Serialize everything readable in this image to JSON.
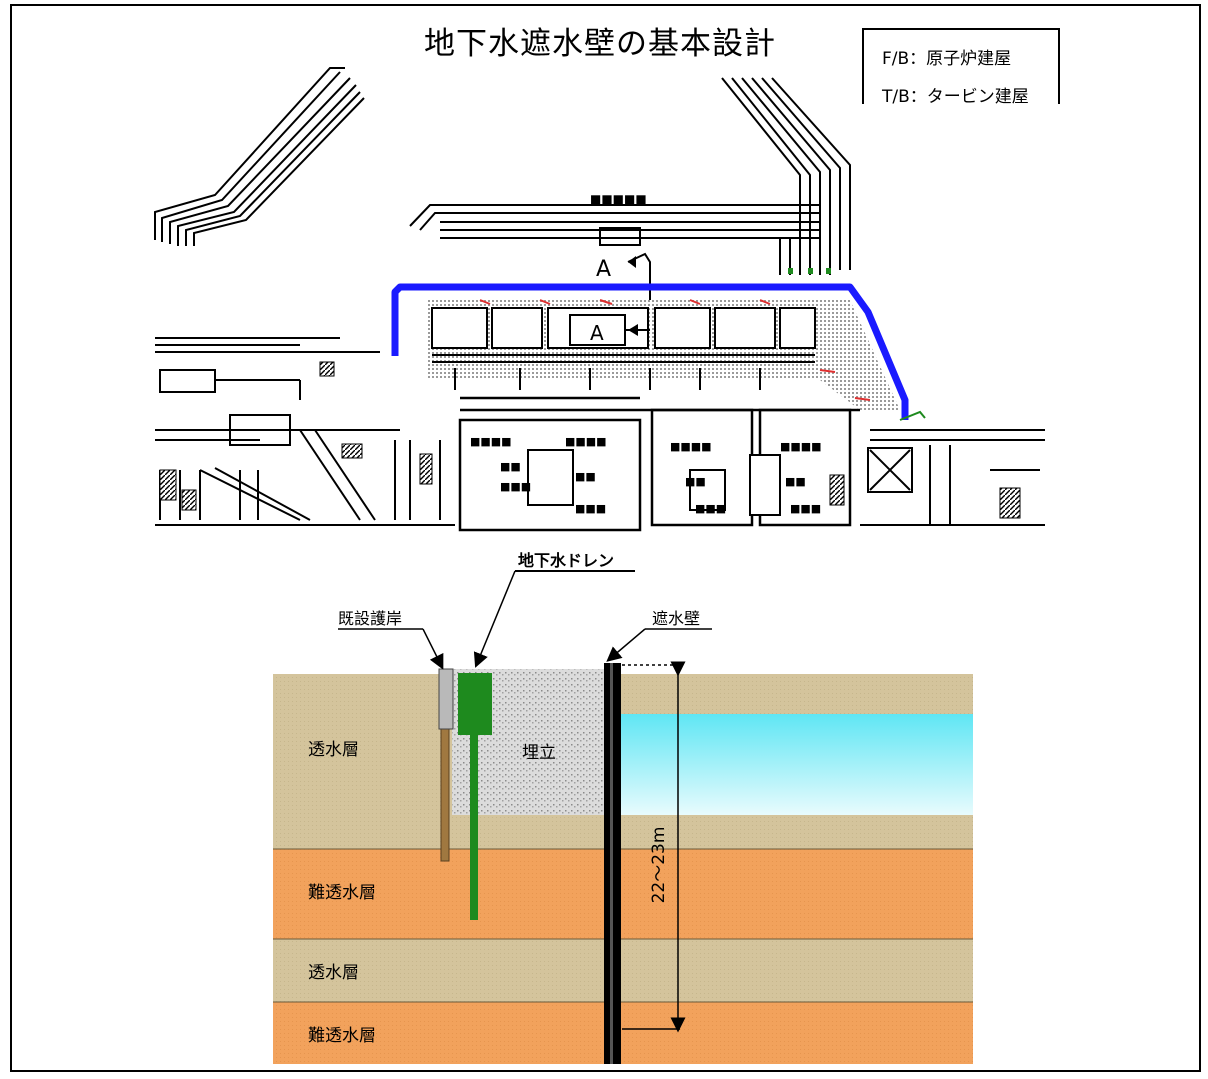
{
  "title": "地下水遮水壁の基本設計",
  "legend": {
    "line1": "F/B：原子炉建屋",
    "line2": "T/B：タービン建屋"
  },
  "plan": {
    "marker_a_outer": "A",
    "marker_a_inner": "A"
  },
  "section": {
    "drain_label": "地下水ドレン",
    "revetment_label": "既設護岸",
    "wall_label": "遮水壁",
    "fill_label": "埋立",
    "depth_label": "22〜23m",
    "layers": [
      {
        "label": "透水層",
        "color": "#d4c49c"
      },
      {
        "label": "難透水層",
        "color": "#f2a25c"
      },
      {
        "label": "透水層",
        "color": "#d4c49c"
      },
      {
        "label": "難透水層",
        "color": "#f2a25c"
      }
    ]
  },
  "colors": {
    "wall_line": "#1a1aff",
    "drain": "#1e8a1e",
    "sea": "#7fe8f4",
    "fill": "#d8d8d8"
  }
}
